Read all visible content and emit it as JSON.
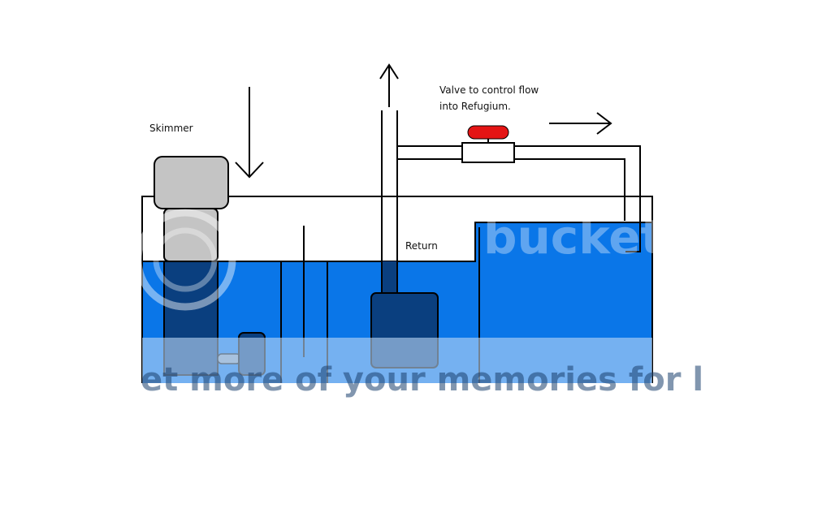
{
  "labels": {
    "skimmer": "Skimmer",
    "valve_line1": "Valve to control flow",
    "valve_line2": "into Refugium.",
    "return": "Return"
  },
  "watermark": {
    "brand": "bucket",
    "strip_text": "et more of your memories for l"
  },
  "colors": {
    "water": "#0a76e8",
    "dark_equipment": "#0a3f7f",
    "skimmer_gray": "#c4c4c4",
    "valve_red": "#e41414",
    "outline": "#000000",
    "watermark_strip": "#bcd8f6"
  }
}
